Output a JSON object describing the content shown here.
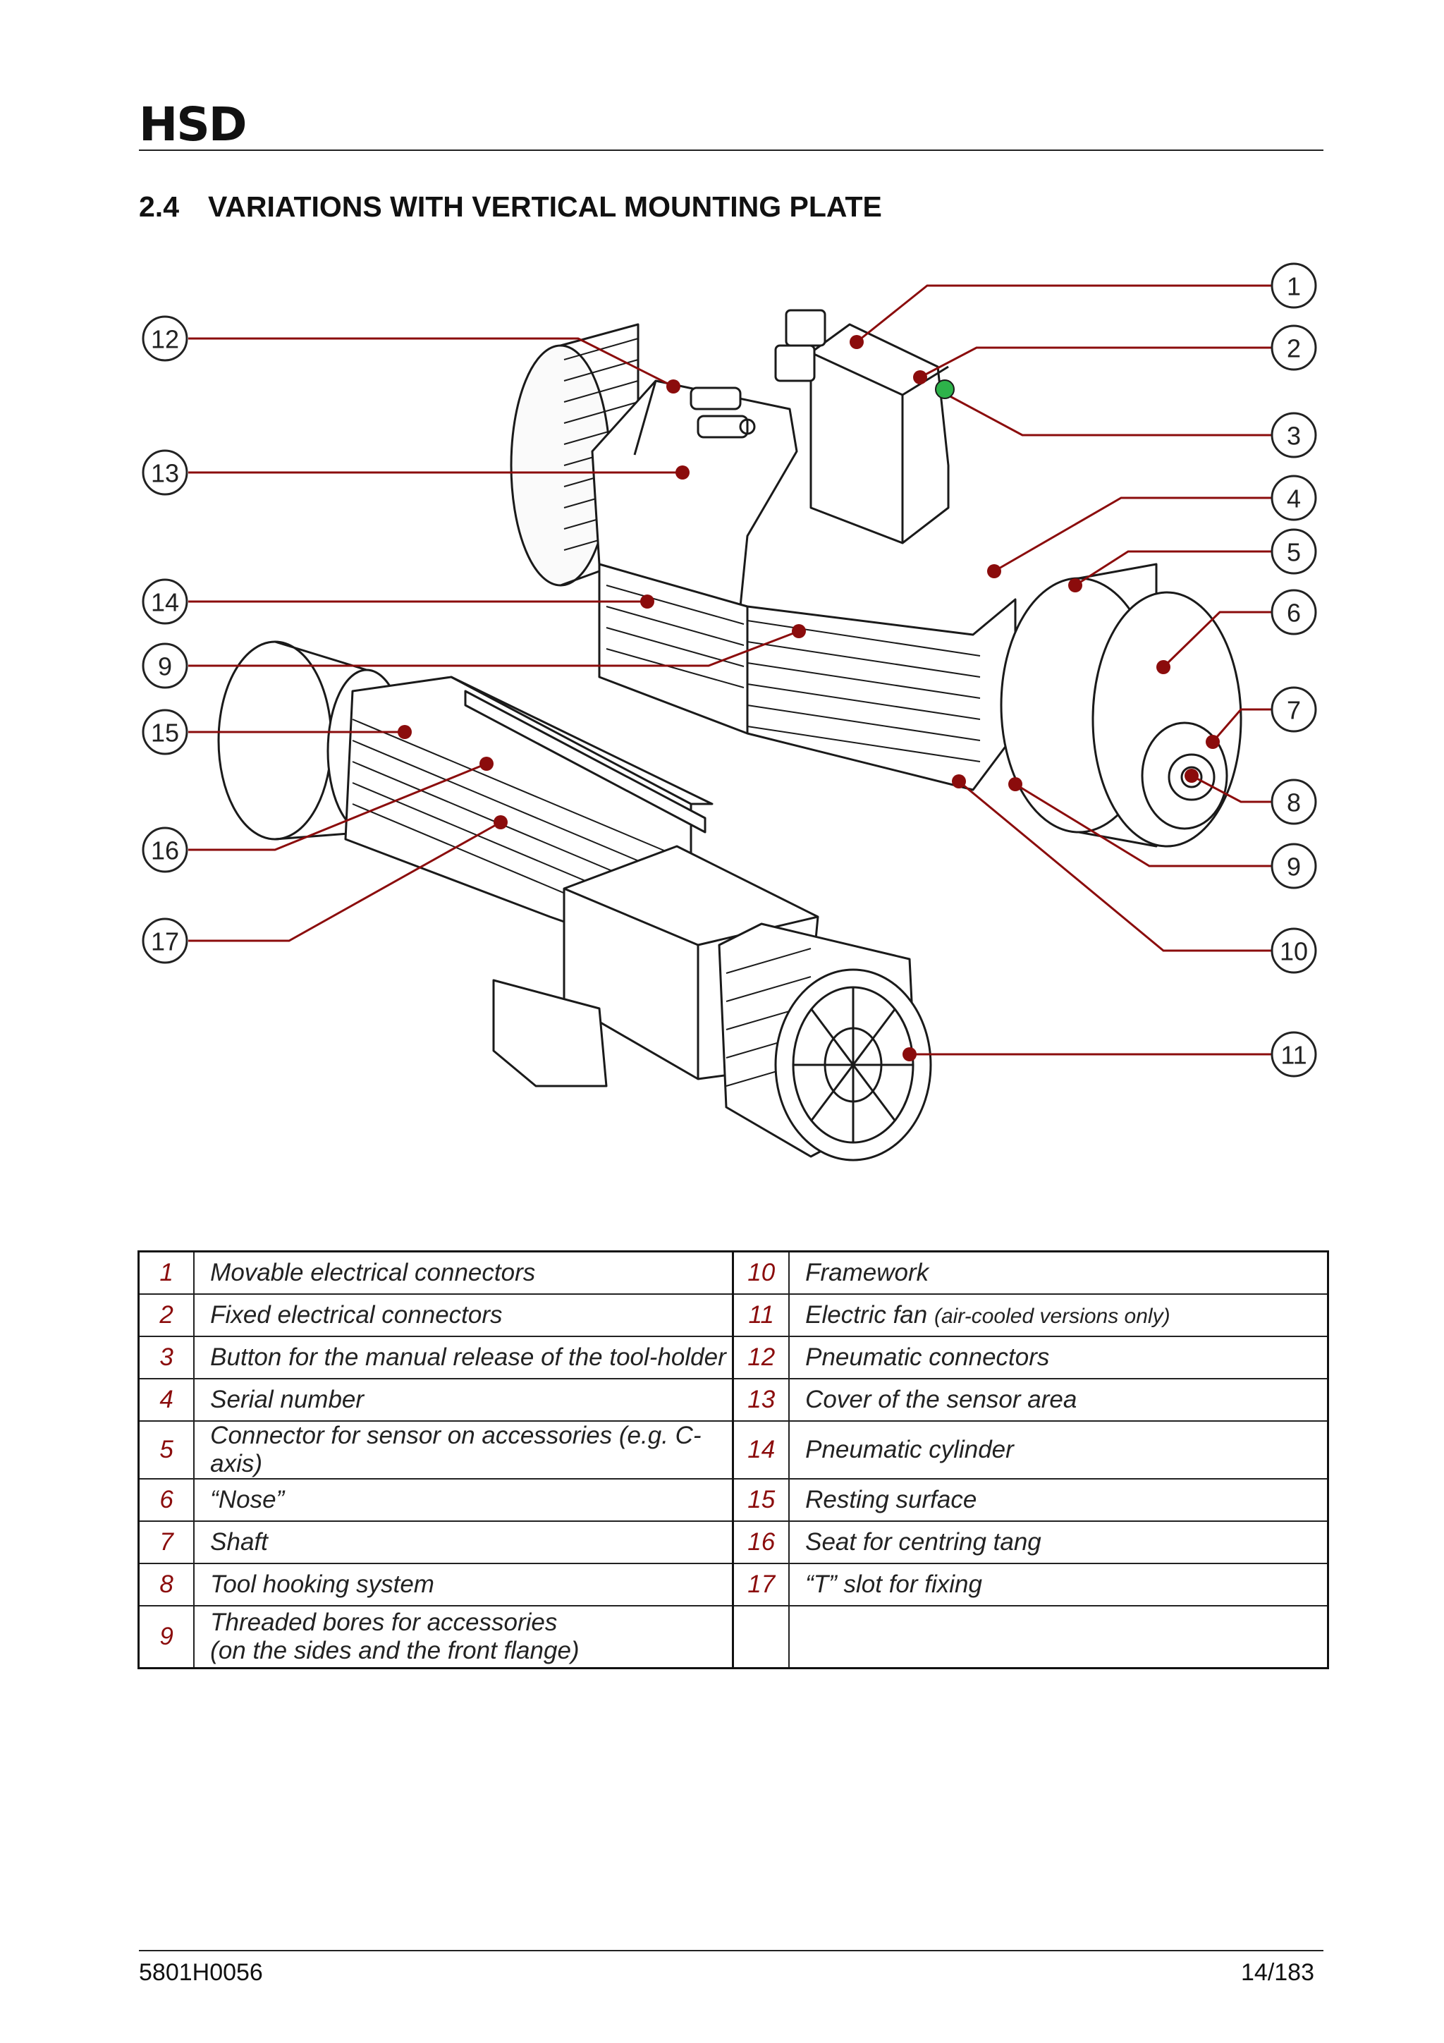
{
  "header": {
    "logo": "HSD"
  },
  "section": {
    "number": "2.4",
    "title": "VARIATIONS WITH VERTICAL MOUNTING PLATE"
  },
  "figure": {
    "callouts": [
      "1",
      "2",
      "3",
      "4",
      "5",
      "6",
      "7",
      "8",
      "9",
      "10",
      "11",
      "12",
      "13",
      "14",
      "9",
      "15",
      "16",
      "17"
    ],
    "colors": {
      "accent": "#8b0c0c",
      "button": "#2db34a",
      "line": "#1a1a1a"
    }
  },
  "legend": {
    "rows": [
      {
        "left_num": "1",
        "left": "Movable electrical connectors",
        "right_num": "10",
        "right": "Framework",
        "right_note": ""
      },
      {
        "left_num": "2",
        "left": "Fixed electrical connectors",
        "right_num": "11",
        "right": "Electric fan",
        "right_note": "(air-cooled versions only)"
      },
      {
        "left_num": "3",
        "left": "Button for the manual release of the tool-holder",
        "right_num": "12",
        "right": "Pneumatic connectors",
        "right_note": ""
      },
      {
        "left_num": "4",
        "left": "Serial number",
        "right_num": "13",
        "right": "Cover of the sensor area",
        "right_note": ""
      },
      {
        "left_num": "5",
        "left": "Connector for sensor on accessories (e.g. C-axis)",
        "right_num": "14",
        "right": "Pneumatic cylinder",
        "right_note": ""
      },
      {
        "left_num": "6",
        "left": "“Nose”",
        "right_num": "15",
        "right": "Resting surface",
        "right_note": ""
      },
      {
        "left_num": "7",
        "left": "Shaft",
        "right_num": "16",
        "right": "Seat for centring tang",
        "right_note": ""
      },
      {
        "left_num": "8",
        "left": "Tool hooking system",
        "right_num": "17",
        "right": "“T” slot for fixing",
        "right_note": ""
      },
      {
        "left_num": "9",
        "left": "Threaded bores for accessories",
        "left_line2": "(on the sides and the front flange)",
        "right_num": "",
        "right": "",
        "right_note": ""
      }
    ]
  },
  "footer": {
    "doc_code": "5801H0056",
    "page": "14/183"
  }
}
